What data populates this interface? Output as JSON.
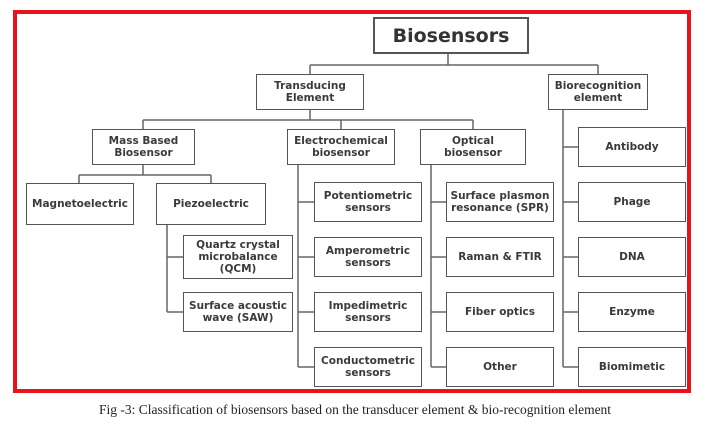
{
  "diagram": {
    "root": "Biosensors",
    "transducing_element": {
      "label": "Transducing\nElement",
      "mass_based": {
        "label": "Mass Based\nBiosensor",
        "magnetoelectric": "Magnetoelectric",
        "piezoelectric": {
          "label": "Piezoelectric",
          "items": [
            "Quartz crystal\nmicrobalance\n(QCM)",
            "Surface acoustic\nwave (SAW)"
          ]
        }
      },
      "electrochemical": {
        "label": "Electrochemical\nbiosensor",
        "items": [
          "Potentiometric\nsensors",
          "Amperometric\nsensors",
          "Impedimetric\nsensors",
          "Conductometric\nsensors"
        ]
      },
      "optical": {
        "label": "Optical\nbiosensor",
        "items": [
          "Surface plasmon\nresonance (SPR)",
          "Raman & FTIR",
          "Fiber optics",
          "Other"
        ]
      }
    },
    "biorecognition_element": {
      "label": "Biorecognition\nelement",
      "items": [
        "Antibody",
        "Phage",
        "DNA",
        "Enzyme",
        "Biomimetic"
      ]
    }
  },
  "caption": "Fig -3: Classification of biosensors based on the transducer element & bio-recognition element",
  "colors": {
    "frame": "#e8141c",
    "box_border": "#555555",
    "text": "#3a3a3a"
  }
}
